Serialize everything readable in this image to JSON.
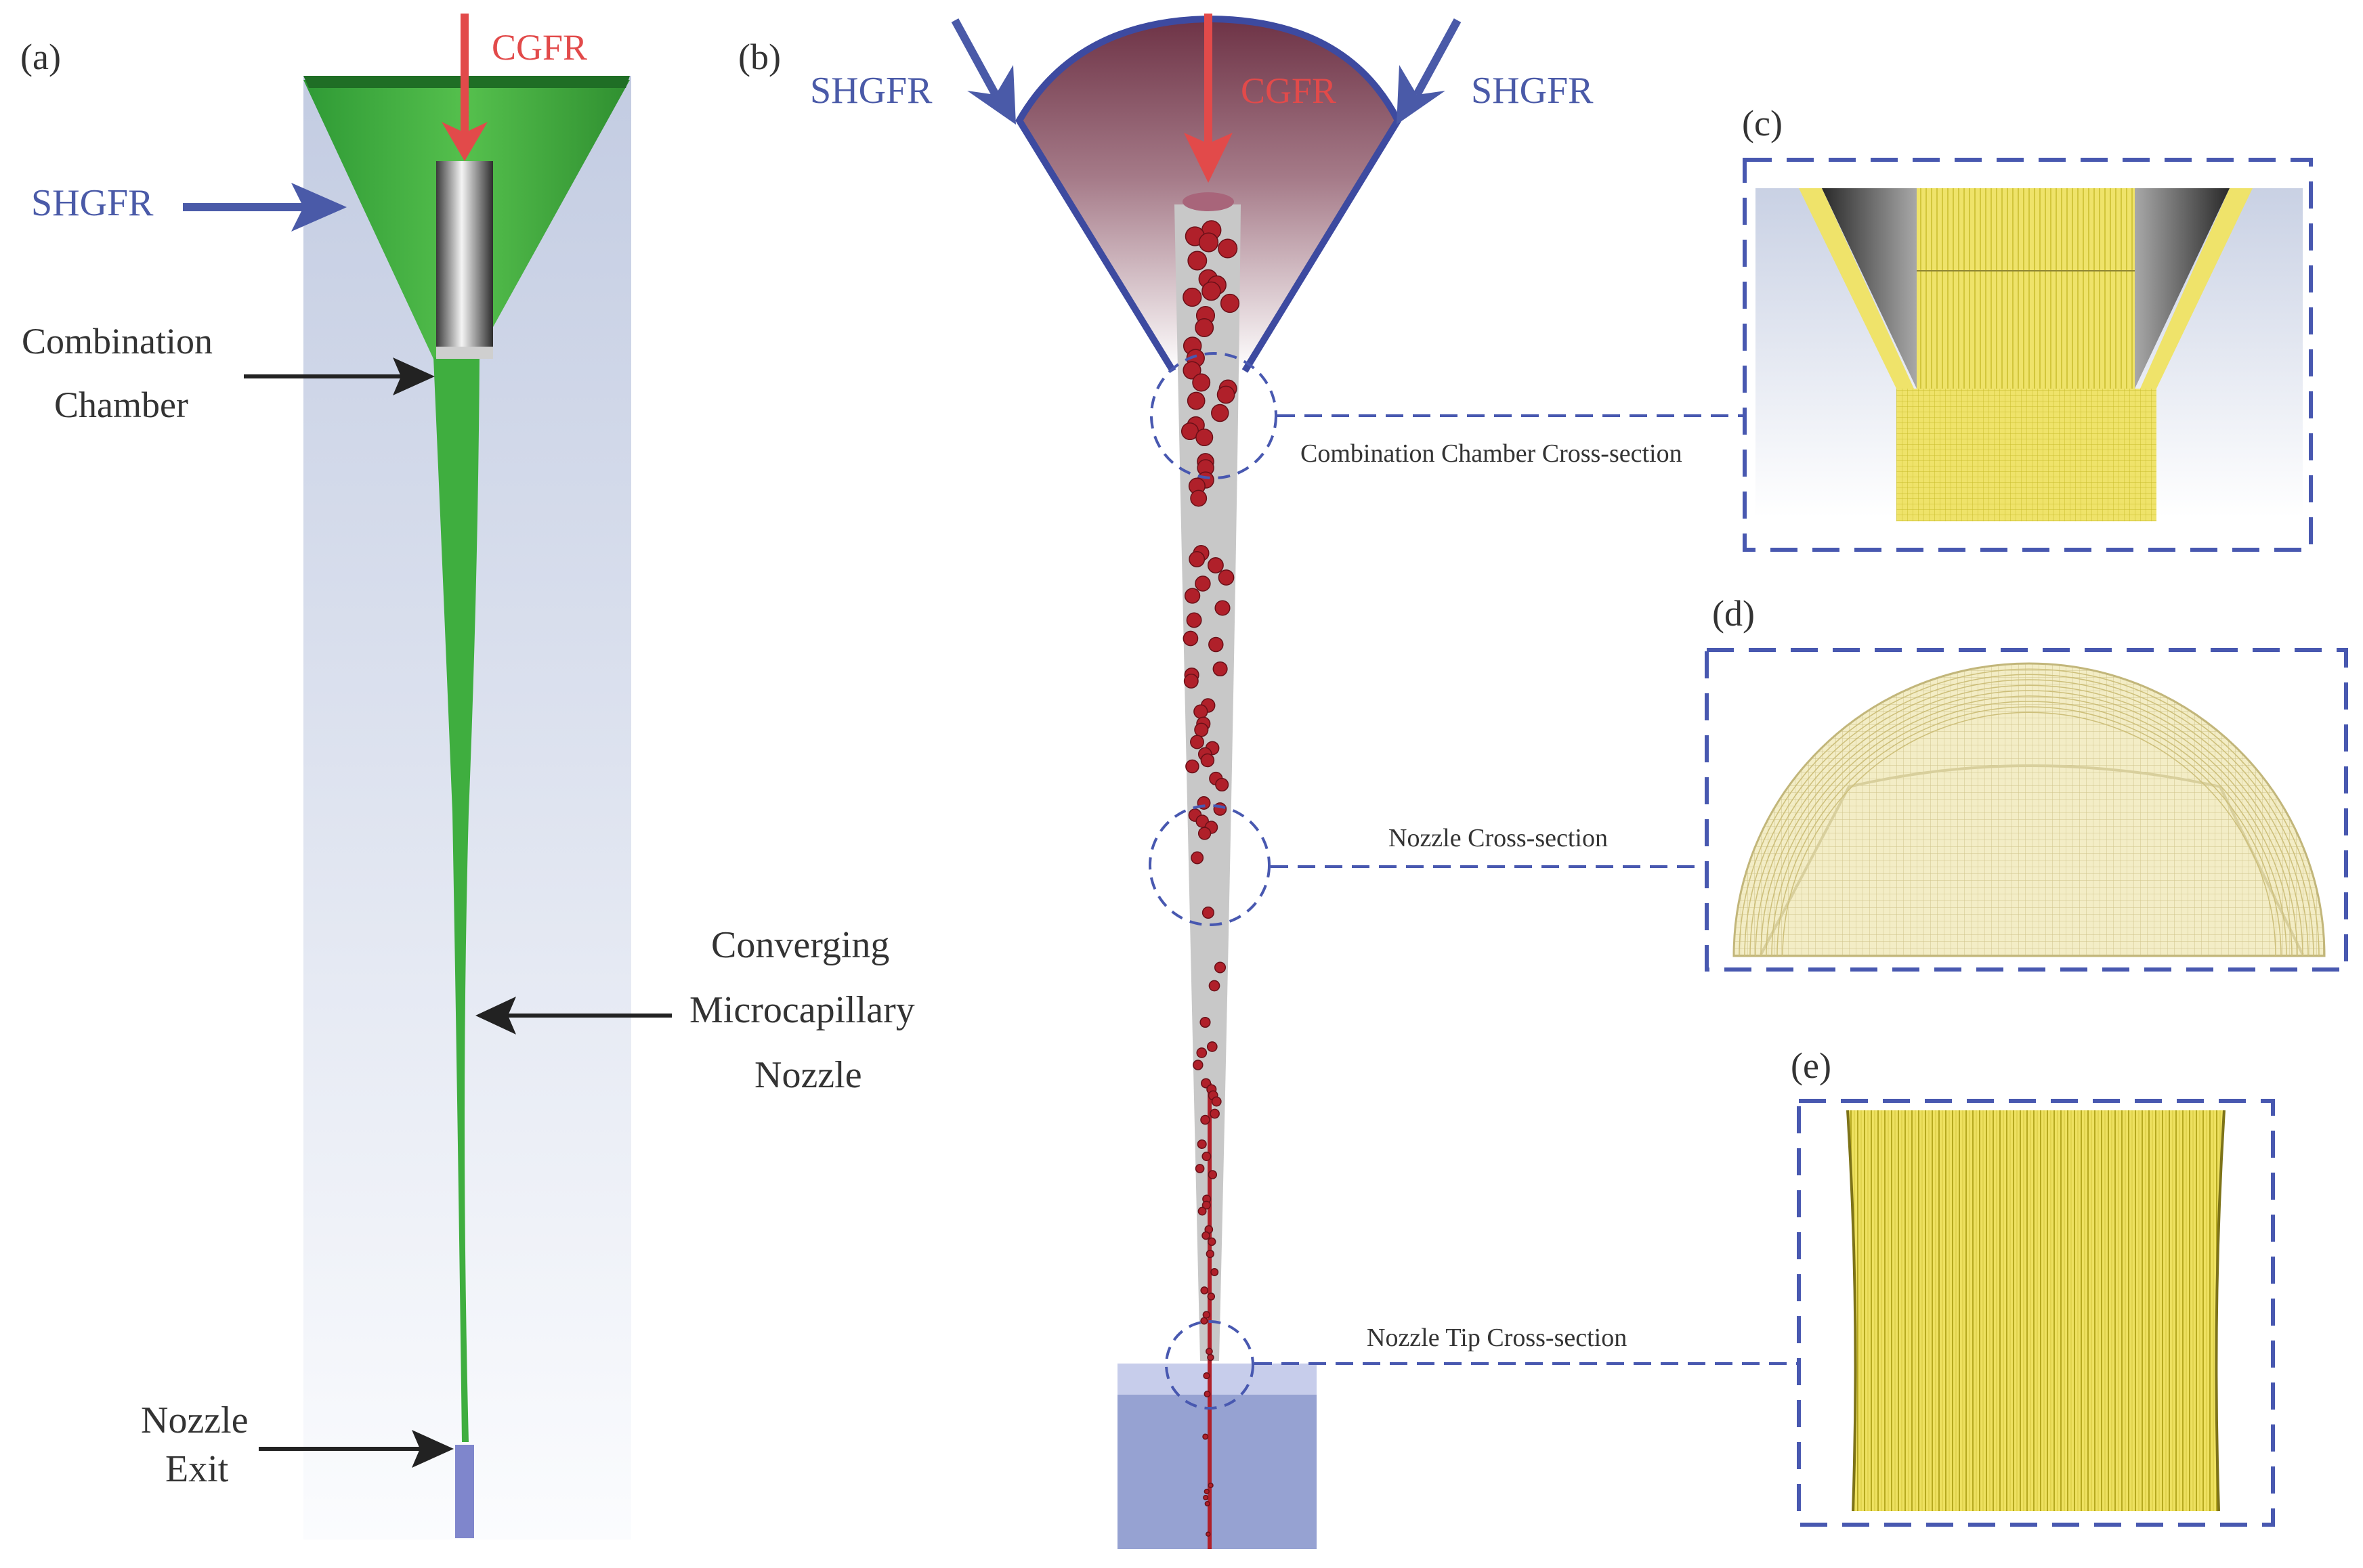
{
  "colors": {
    "label_text": "#333333",
    "cgfr_red": "#e24a4a",
    "shgfr_blue": "#4a5aa8",
    "arrow_black": "#222222",
    "green": "#3fae3f",
    "green_dark": "#1f7a2a",
    "bg_blue_top": "#c7d0e3",
    "bg_blue_bottom": "#ffffff",
    "maroon": "#7d3d50",
    "bubble_red": "#b0202a",
    "mesh_yellow": "#ece05a",
    "mesh_yellow_dark": "#b8ac20",
    "mesh_cream": "#f2ecbe",
    "collector_blue": "#96a2d2",
    "dashed_blue": "#4858b0",
    "grey_channel": "#c8c8c8"
  },
  "panel_a": {
    "label": "(a)",
    "cgfr": "CGFR",
    "shgfr": "SHGFR",
    "combination_line1": "Combination",
    "combination_line2": "Chamber",
    "converging_line1": "Converging",
    "converging_line2": "Microcapillary",
    "converging_line3": "Nozzle",
    "exit_line1": "Nozzle",
    "exit_line2": "Exit"
  },
  "panel_b": {
    "label": "(b)",
    "cgfr": "CGFR",
    "shgfr_left": "SHGFR",
    "shgfr_right": "SHGFR",
    "callout_chamber": "Combination Chamber Cross-section",
    "callout_nozzle": "Nozzle Cross-section",
    "callout_tip": "Nozzle Tip Cross-section"
  },
  "panel_c": {
    "label": "(c)"
  },
  "panel_d": {
    "label": "(d)"
  },
  "panel_e": {
    "label": "(e)"
  }
}
